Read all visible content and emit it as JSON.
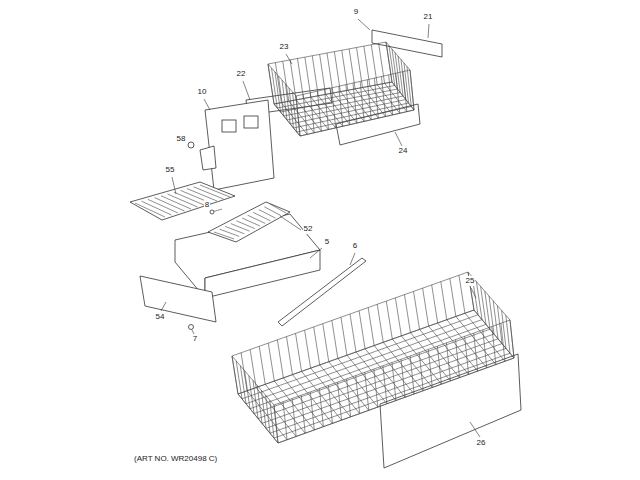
{
  "diagram": {
    "labels": [
      "9",
      "21",
      "23",
      "22",
      "10",
      "58",
      "24",
      "55",
      "8",
      "52",
      "5",
      "6",
      "25",
      "54",
      "7",
      "26",
      "(ART NO. WR20498 C)"
    ]
  }
}
